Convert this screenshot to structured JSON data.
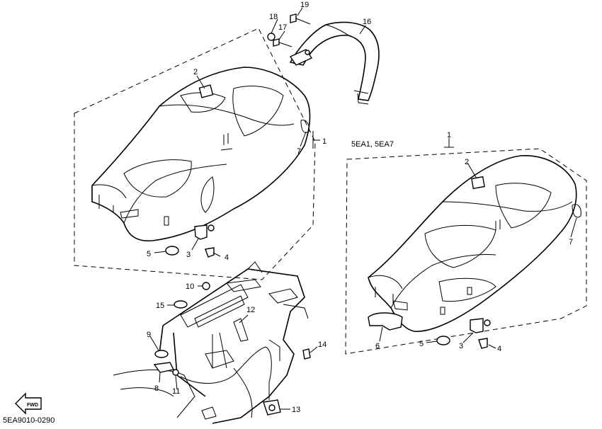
{
  "diagram": {
    "code": "5EA9010-0290",
    "variant_label": "5EA1, 5EA7",
    "front_icon_label": "FWD",
    "callouts": {
      "c1a": "1",
      "c1b": "1",
      "c2a": "2",
      "c2b": "2",
      "c3a": "3",
      "c3b": "3",
      "c4a": "4",
      "c4b": "4",
      "c5a": "5",
      "c5b": "5",
      "c6": "6",
      "c7a": "7",
      "c7b": "7",
      "c8": "8",
      "c9": "9",
      "c10": "10",
      "c11": "11",
      "c12": "12",
      "c13": "13",
      "c14": "14",
      "c15": "15",
      "c16": "16",
      "c17": "17",
      "c18": "18",
      "c19": "19"
    }
  }
}
